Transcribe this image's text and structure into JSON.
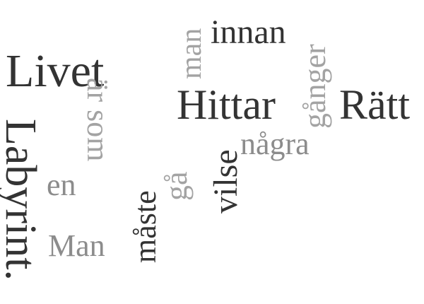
{
  "words": {
    "livet": "Livet",
    "hittar": "Hittar",
    "ratt": "Rätt",
    "innan": "innan",
    "nagra": "några",
    "en": "en",
    "man_capital": "Man",
    "labyrint": "Labyrint.",
    "ar_som": "är som",
    "man": "man",
    "ganger": "gånger",
    "maste": "måste",
    "ga": "gå",
    "vilse": "vilse"
  },
  "colors": {
    "dark": "#333333",
    "mid": "#8c8c8c",
    "light": "#a3a3a3"
  }
}
